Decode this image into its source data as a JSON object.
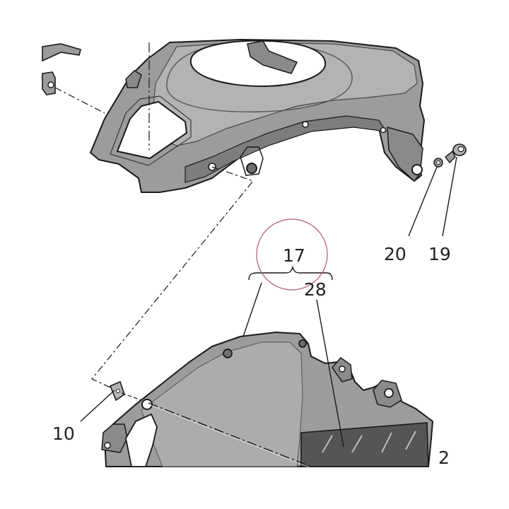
{
  "diagram": {
    "callouts": {
      "part_10": "10",
      "part_17": "17",
      "part_19": "19",
      "part_2": "2",
      "part_20": "20",
      "part_28": "28"
    },
    "colors": {
      "part_fill": "#9c9c9c",
      "part_fill_light": "#b3b3b3",
      "part_fill_dark": "#7d7d7d",
      "outline": "#1a1a1a",
      "vent_panel": "#555555",
      "highlight_circle": "#b5566a"
    }
  }
}
